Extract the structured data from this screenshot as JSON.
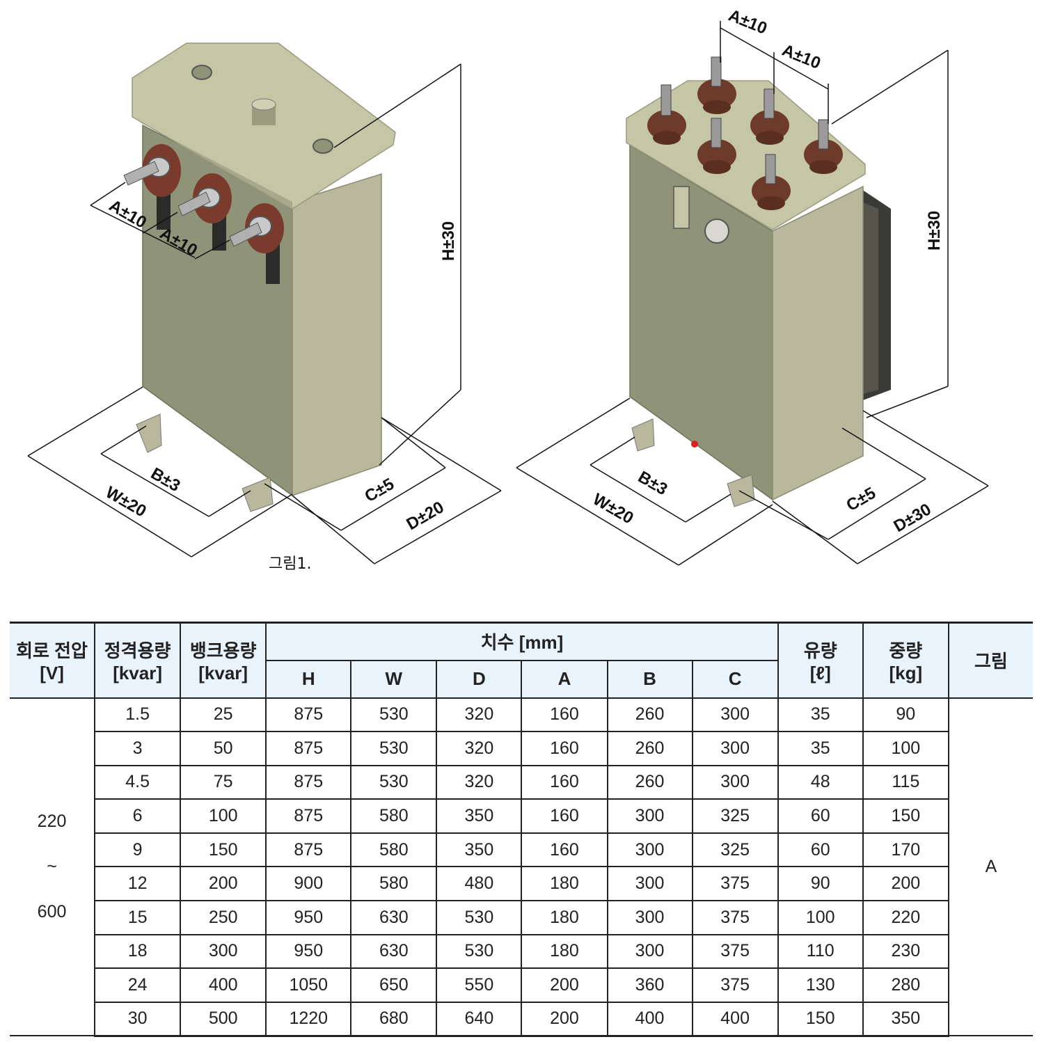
{
  "figure": {
    "caption": "그림1.",
    "left_labels": {
      "a1": "A±10",
      "a2": "A±10",
      "h": "H±30",
      "b": "B±3",
      "w": "W±20",
      "c": "C±5",
      "d": "D±20"
    },
    "right_labels": {
      "a1": "A±10",
      "a2": "A±10",
      "h": "H±30",
      "b": "B±3",
      "w": "W±20",
      "c": "C±5",
      "d": "D±30"
    },
    "colors": {
      "body": "#8f9478",
      "side": "#b9b79c",
      "top": "#c5c6a6",
      "bushing": "#6e3a2a"
    }
  },
  "table": {
    "headers": {
      "voltage": [
        "회로 전압",
        "[V]"
      ],
      "rated": [
        "정격용량",
        "[kvar]"
      ],
      "bank": [
        "뱅크용량",
        "[kvar]"
      ],
      "dim_group": "치수 [mm]",
      "dims": [
        "H",
        "W",
        "D",
        "A",
        "B",
        "C"
      ],
      "oil": [
        "유량",
        "[ℓ]"
      ],
      "weight": [
        "중량",
        "[kg]"
      ],
      "figure": "그림"
    },
    "voltage": [
      "220",
      "~",
      "600"
    ],
    "figure_value": "A",
    "rows": [
      [
        "1.5",
        "25",
        "875",
        "530",
        "320",
        "160",
        "260",
        "300",
        "35",
        "90"
      ],
      [
        "3",
        "50",
        "875",
        "530",
        "320",
        "160",
        "260",
        "300",
        "35",
        "100"
      ],
      [
        "4.5",
        "75",
        "875",
        "530",
        "320",
        "160",
        "260",
        "300",
        "48",
        "115"
      ],
      [
        "6",
        "100",
        "875",
        "580",
        "350",
        "160",
        "300",
        "325",
        "60",
        "150"
      ],
      [
        "9",
        "150",
        "875",
        "580",
        "350",
        "160",
        "300",
        "325",
        "60",
        "170"
      ],
      [
        "12",
        "200",
        "900",
        "580",
        "480",
        "180",
        "300",
        "375",
        "90",
        "200"
      ],
      [
        "15",
        "250",
        "950",
        "630",
        "530",
        "180",
        "300",
        "375",
        "100",
        "220"
      ],
      [
        "18",
        "300",
        "950",
        "630",
        "530",
        "180",
        "300",
        "375",
        "110",
        "230"
      ],
      [
        "24",
        "400",
        "1050",
        "650",
        "550",
        "200",
        "360",
        "375",
        "130",
        "280"
      ],
      [
        "30",
        "500",
        "1220",
        "680",
        "640",
        "200",
        "400",
        "400",
        "150",
        "350"
      ]
    ]
  }
}
